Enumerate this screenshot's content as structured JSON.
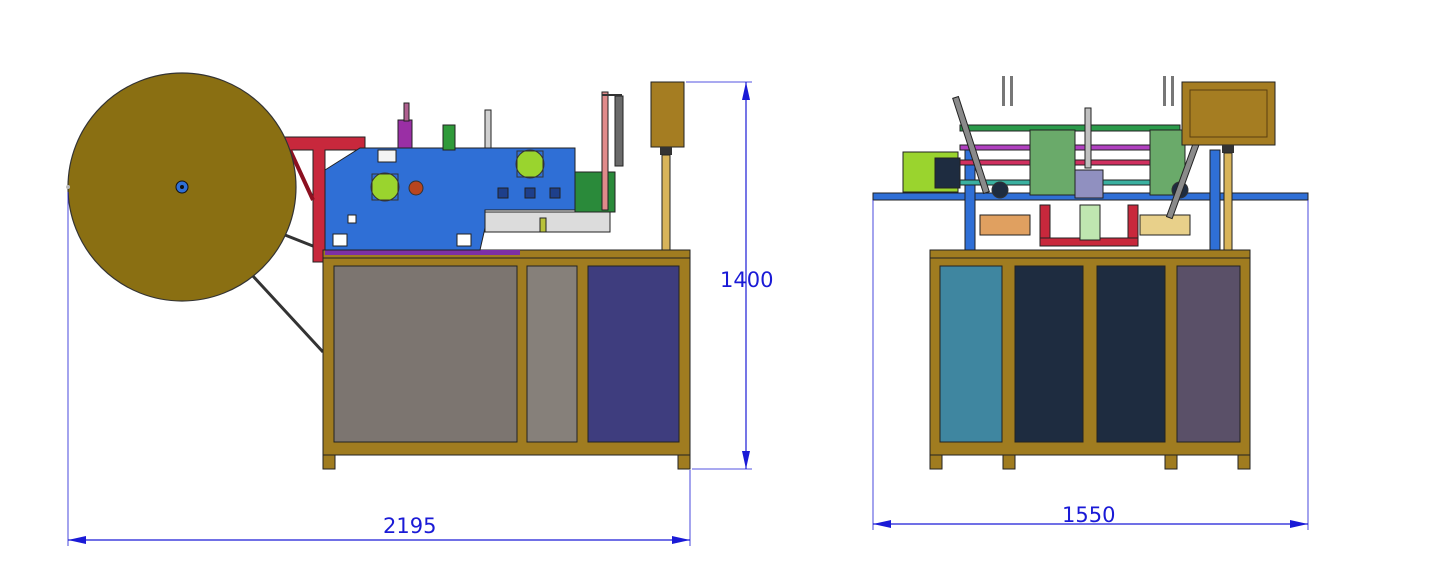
{
  "dimensions": {
    "side_view_width": "2195",
    "side_view_height": "1400",
    "front_view_width": "1550"
  },
  "colors": {
    "dimension": "#1a1ad6",
    "roll": "#8a6f12",
    "frame": "#a07c20",
    "panel_gray": "#7c7570",
    "panel_navy": "#3e3d7e",
    "machine_blue": "#2f6fd6",
    "bracket_red": "#c8283c",
    "motor_green": "#9ad42e",
    "control_box": "#a57d22",
    "panel_teal": "#3f86a0",
    "panel_dark": "#1e2c40",
    "panel_mauve": "#5a5068"
  }
}
